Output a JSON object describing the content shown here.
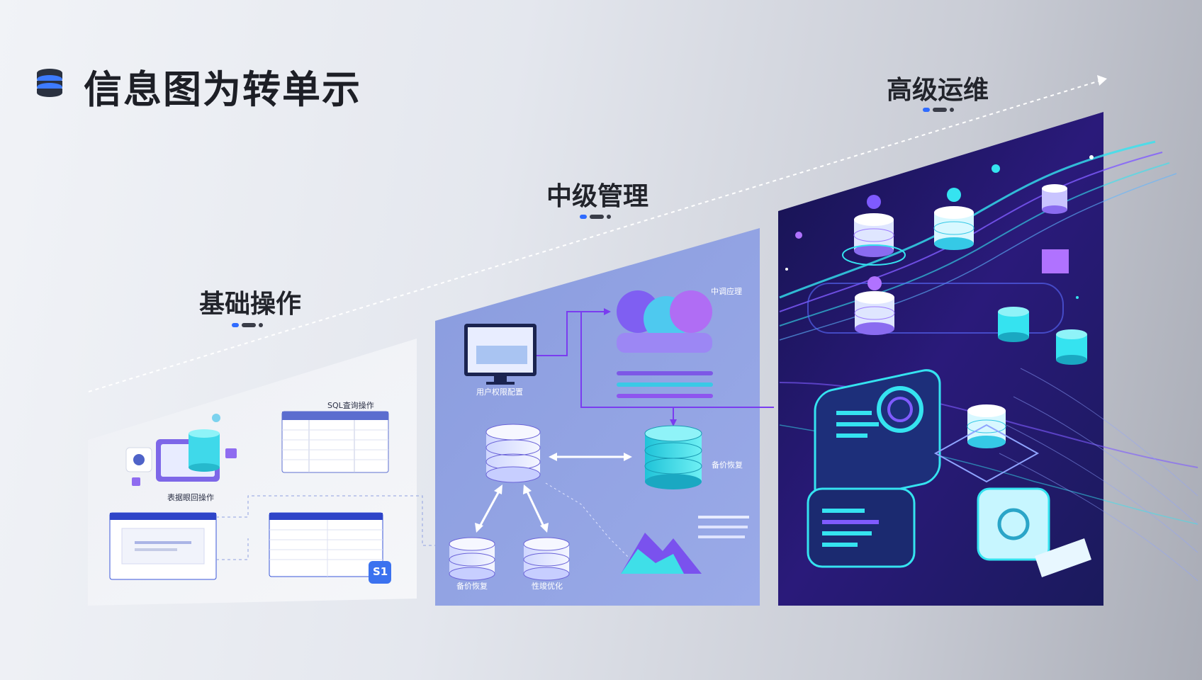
{
  "title": "信息图为转单示",
  "stages": [
    {
      "title": "基础操作",
      "labels": {
        "sql": "SQL査询操作",
        "table": "表据眼回操作"
      }
    },
    {
      "title": "中级管理",
      "labels": {
        "user_perm": "用户权限配置",
        "mid_manage": "中调应理",
        "backup_right": "备价恢复",
        "backup_left": "备价恢复",
        "optimize": "性竣优化"
      }
    },
    {
      "title": "高级运维",
      "labels": {}
    }
  ],
  "badge": "S1",
  "colors": {
    "accent": "#2f6bff",
    "panel1": "#eef0f4",
    "panel2": "#8f9fe0",
    "panel3": "#1a1a6a",
    "cyan": "#35e3f0",
    "purple": "#8a4dff"
  },
  "icons": [
    "database-icon",
    "arrow-icon"
  ]
}
